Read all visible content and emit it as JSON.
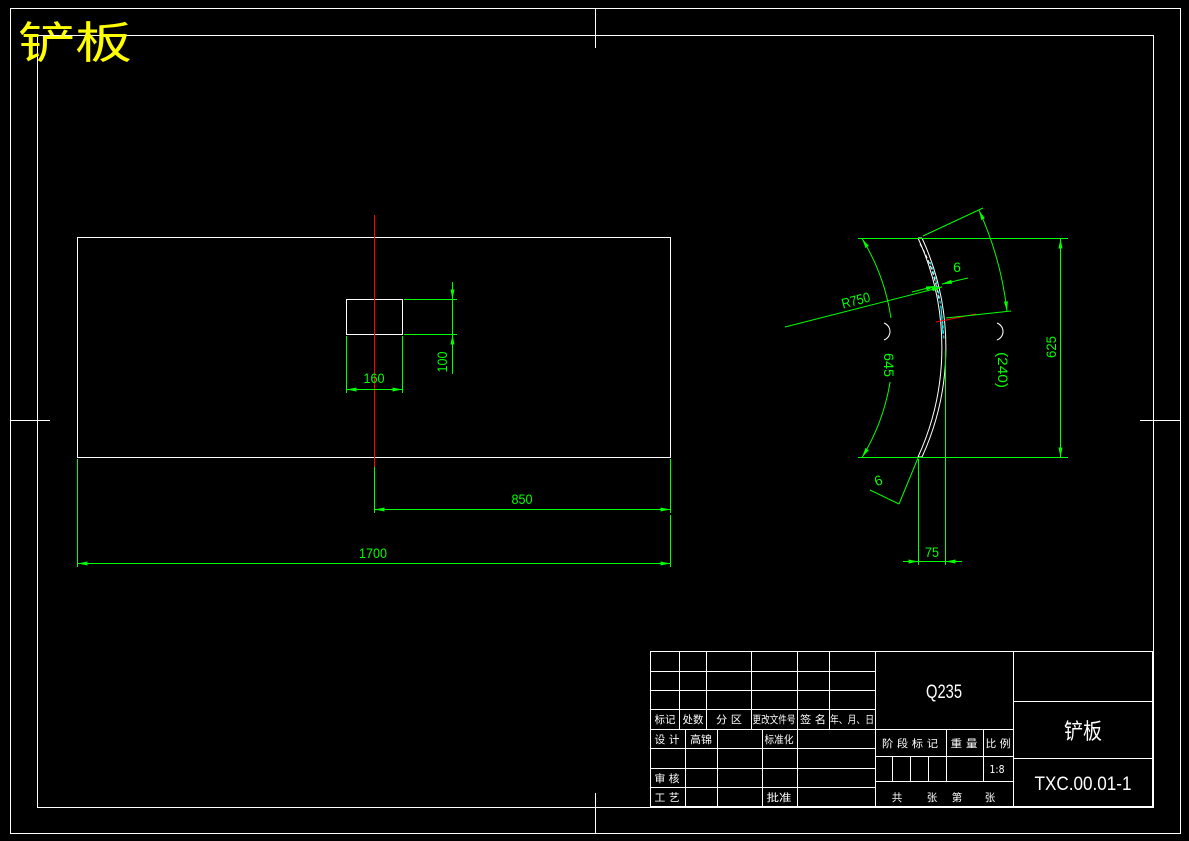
{
  "drawing": {
    "title": "铲板",
    "colors": {
      "background": "#000000",
      "frame": "#FFFFFF",
      "title": "#FFFF00",
      "dimension": "#00FF00",
      "centerline": "#FF0000",
      "hatch": "#00FFFF"
    }
  },
  "front_view": {
    "dim_hole_width": "160",
    "dim_hole_height": "100",
    "dim_hole_offset": "850",
    "dim_overall_length": "1700"
  },
  "side_view": {
    "dim_radius": "R750",
    "dim_thickness_top": "6",
    "dim_arc_length": "645",
    "dim_arc_reference": "(240)",
    "dim_height": "625",
    "dim_thickness_bottom": "6",
    "dim_bulge": "75"
  },
  "title_block": {
    "material": "Q235",
    "part_name": "铲板",
    "drawing_number": "TXC.00.01-1",
    "revision_headers": [
      "标记",
      "处数",
      "分 区",
      "更改文件号",
      "签 名",
      "年、月、日"
    ],
    "design_label": "设 计",
    "designer": "高锦",
    "standardization_label": "标准化",
    "review_label": "审 核",
    "process_label": "工 艺",
    "approval_label": "批准",
    "stage_mark_label": "阶 段 标 记",
    "weight_label": "重 量",
    "scale_label": "比 例",
    "scale": "1:8",
    "sheet_labels": [
      "共",
      "张",
      "第",
      "张"
    ]
  }
}
